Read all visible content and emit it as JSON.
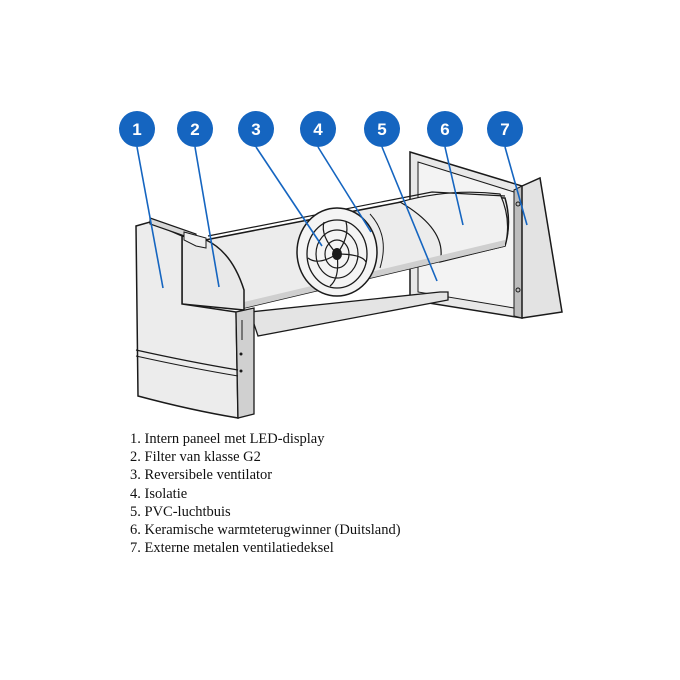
{
  "colors": {
    "badge": "#1565c0",
    "leader": "#1565c0",
    "outline": "#1a1a1a",
    "body_fill": "#ececec",
    "body_shade": "#d6d6d6"
  },
  "callouts": [
    {
      "number": "1"
    },
    {
      "number": "2"
    },
    {
      "number": "3"
    },
    {
      "number": "4"
    },
    {
      "number": "5"
    },
    {
      "number": "6"
    },
    {
      "number": "7"
    }
  ],
  "legend": [
    "1. Intern paneel met LED-display",
    "2. Filter van klasse G2",
    "3. Reversibele ventilator",
    "4. Isolatie",
    "5. PVC-luchtbuis",
    "6. Keramische warmteterugwinner (Duitsland)",
    "7. Externe metalen ventilatiedeksel"
  ]
}
